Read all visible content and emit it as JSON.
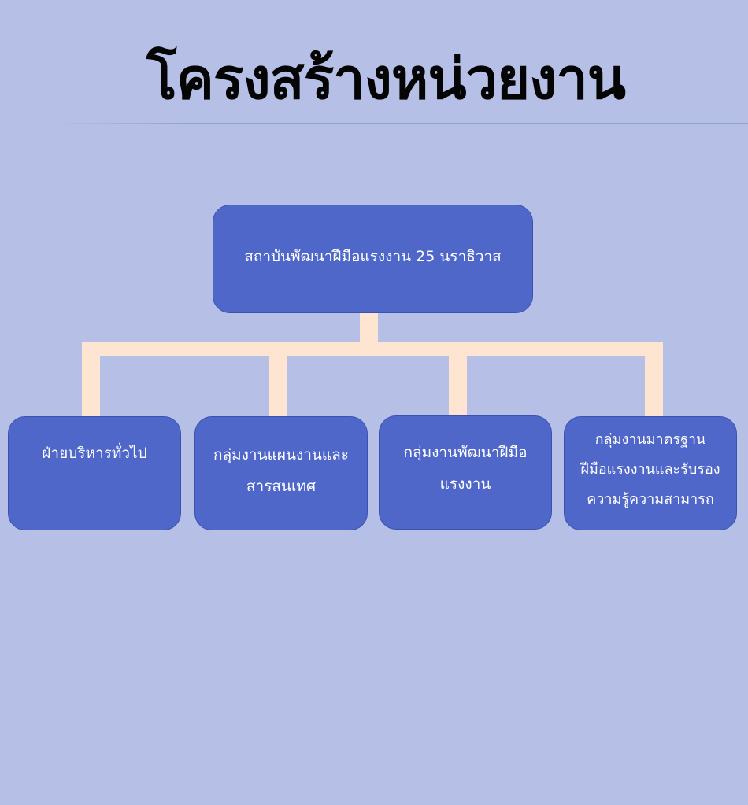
{
  "title": "โครงสร้างหน่วยงาน",
  "colors": {
    "background": "#b6c0e7",
    "box_fill": "#4f67c8",
    "connector": "#fde5d2",
    "title_text": "#050505",
    "box_text": "#ffffff"
  },
  "org": {
    "root": {
      "label": "สถาบันพัฒนาฝีมือแรงงาน 25 นราธิวาส"
    },
    "units": [
      {
        "lines": [
          "ฝ่ายบริหารทั่วไป"
        ]
      },
      {
        "lines": [
          "กลุ่มงานแผนงานและ",
          "สารสนเทศ"
        ]
      },
      {
        "lines": [
          "กลุ่มงานพัฒนาฝีมือ",
          "แรงงาน"
        ]
      },
      {
        "lines": [
          "กลุ่มงานมาตรฐาน",
          "ฝีมือแรงงานและรับรอง",
          "ความรู้ความสามารถ"
        ]
      }
    ]
  }
}
